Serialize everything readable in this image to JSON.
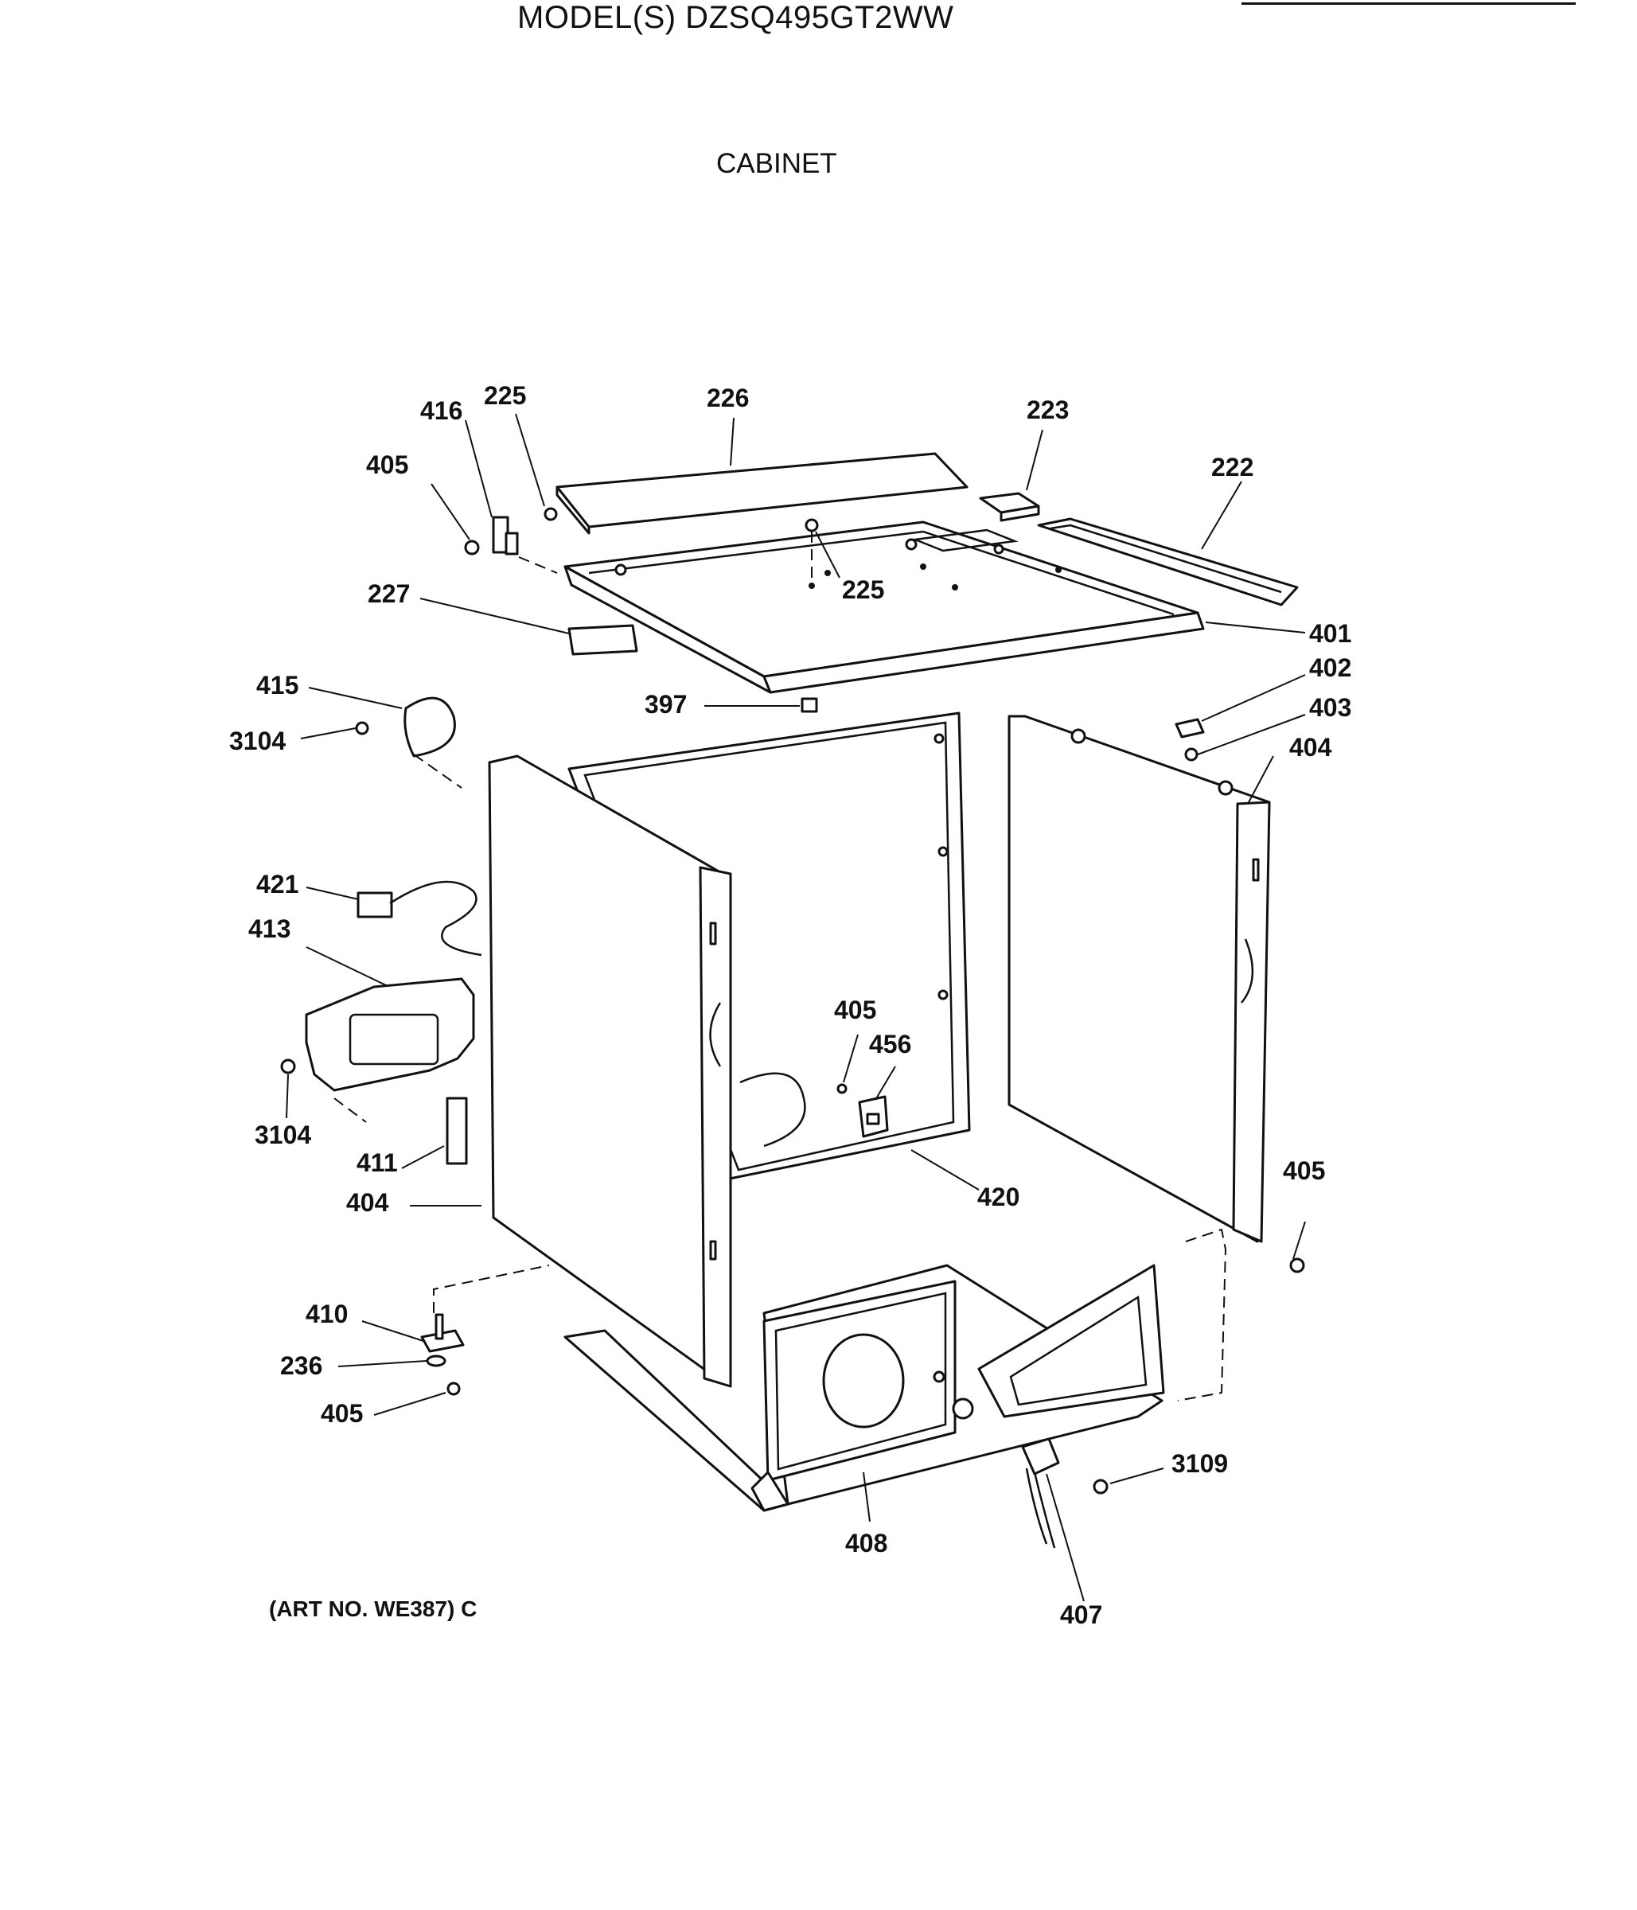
{
  "header": {
    "model": "MODEL(S) DZSQ495GT2WW",
    "section": "CABINET"
  },
  "footer": {
    "art_no": "(ART NO. WE387) C"
  },
  "callouts": [
    {
      "id": "c-416",
      "label": "416"
    },
    {
      "id": "c-225a",
      "label": "225"
    },
    {
      "id": "c-226",
      "label": "226"
    },
    {
      "id": "c-223",
      "label": "223"
    },
    {
      "id": "c-405a",
      "label": "405"
    },
    {
      "id": "c-222",
      "label": "222"
    },
    {
      "id": "c-227",
      "label": "227"
    },
    {
      "id": "c-225b",
      "label": "225"
    },
    {
      "id": "c-401",
      "label": "401"
    },
    {
      "id": "c-402",
      "label": "402"
    },
    {
      "id": "c-415",
      "label": "415"
    },
    {
      "id": "c-397",
      "label": "397"
    },
    {
      "id": "c-403",
      "label": "403"
    },
    {
      "id": "c-3104a",
      "label": "3104"
    },
    {
      "id": "c-404a",
      "label": "404"
    },
    {
      "id": "c-421",
      "label": "421"
    },
    {
      "id": "c-413",
      "label": "413"
    },
    {
      "id": "c-405b",
      "label": "405"
    },
    {
      "id": "c-456",
      "label": "456"
    },
    {
      "id": "c-3104b",
      "label": "3104"
    },
    {
      "id": "c-411",
      "label": "411"
    },
    {
      "id": "c-405c",
      "label": "405"
    },
    {
      "id": "c-420",
      "label": "420"
    },
    {
      "id": "c-404b",
      "label": "404"
    },
    {
      "id": "c-410",
      "label": "410"
    },
    {
      "id": "c-236",
      "label": "236"
    },
    {
      "id": "c-405d",
      "label": "405"
    },
    {
      "id": "c-3109",
      "label": "3109"
    },
    {
      "id": "c-408",
      "label": "408"
    },
    {
      "id": "c-407",
      "label": "407"
    }
  ]
}
